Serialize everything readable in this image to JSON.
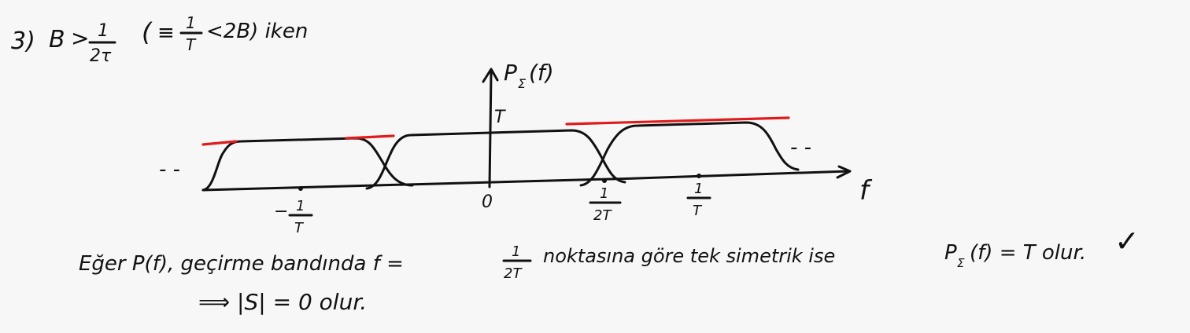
{
  "condition": {
    "index": "3)",
    "lhs": "B",
    "relation": ">",
    "fraction": {
      "num": "1",
      "den": "2τ"
    },
    "paren_open": "(",
    "equiv": "≡",
    "fraction2": {
      "num": "1",
      "den": "T"
    },
    "rest": "<2B) iken"
  },
  "plot": {
    "ylabel": "P",
    "ylabel_sub": "Σ",
    "ylabel_arg": "(f)",
    "xlabel": "f",
    "level_label": "T",
    "origin_label": "0",
    "ticks": [
      {
        "name": "neg-1-over-T",
        "num": "1",
        "den": "T",
        "sign": "−"
      },
      {
        "name": "1-over-2T",
        "num": "1",
        "den": "2T",
        "sign": ""
      },
      {
        "name": "1-over-T",
        "num": "1",
        "den": "T",
        "sign": ""
      }
    ],
    "ellipsis_left": "- -",
    "ellipsis_right": "- -",
    "colors": {
      "ink": "#111111",
      "sum": "#e01b1b",
      "background": "#f7f7f7"
    }
  },
  "note": {
    "line1_a": "Eğer P(f), geçirme bandında f =",
    "line1_frac": {
      "num": "1",
      "den": "2T"
    },
    "line1_b": "noktasına göre tek simetrik ise",
    "line1_c": "P",
    "line1_c_sub": "Σ",
    "line1_d": "(f) = T olur.",
    "check": "✓",
    "line2": "⟹ |S| = 0 olur."
  }
}
